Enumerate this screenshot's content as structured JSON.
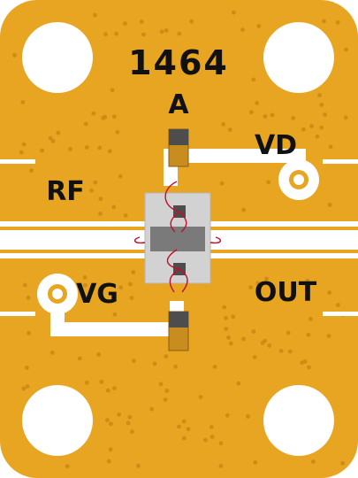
{
  "board": {
    "part_number": "1464",
    "variant": "A",
    "labels": {
      "vd": "VD",
      "rf": "RF",
      "vg": "VG",
      "out": "OUT"
    }
  },
  "colors": {
    "substrate": "#e7a521",
    "substrate_edge": "#d89417",
    "trace": "#ffffff",
    "via": "#d08b15",
    "die_pad": "#d2d2d2",
    "die_body": "#7a7a7a",
    "capacitor_body": "#c88d1e",
    "capacitor_cap": "#4d4d4d",
    "bond_wire": "#c0102a",
    "text": "#111111"
  }
}
